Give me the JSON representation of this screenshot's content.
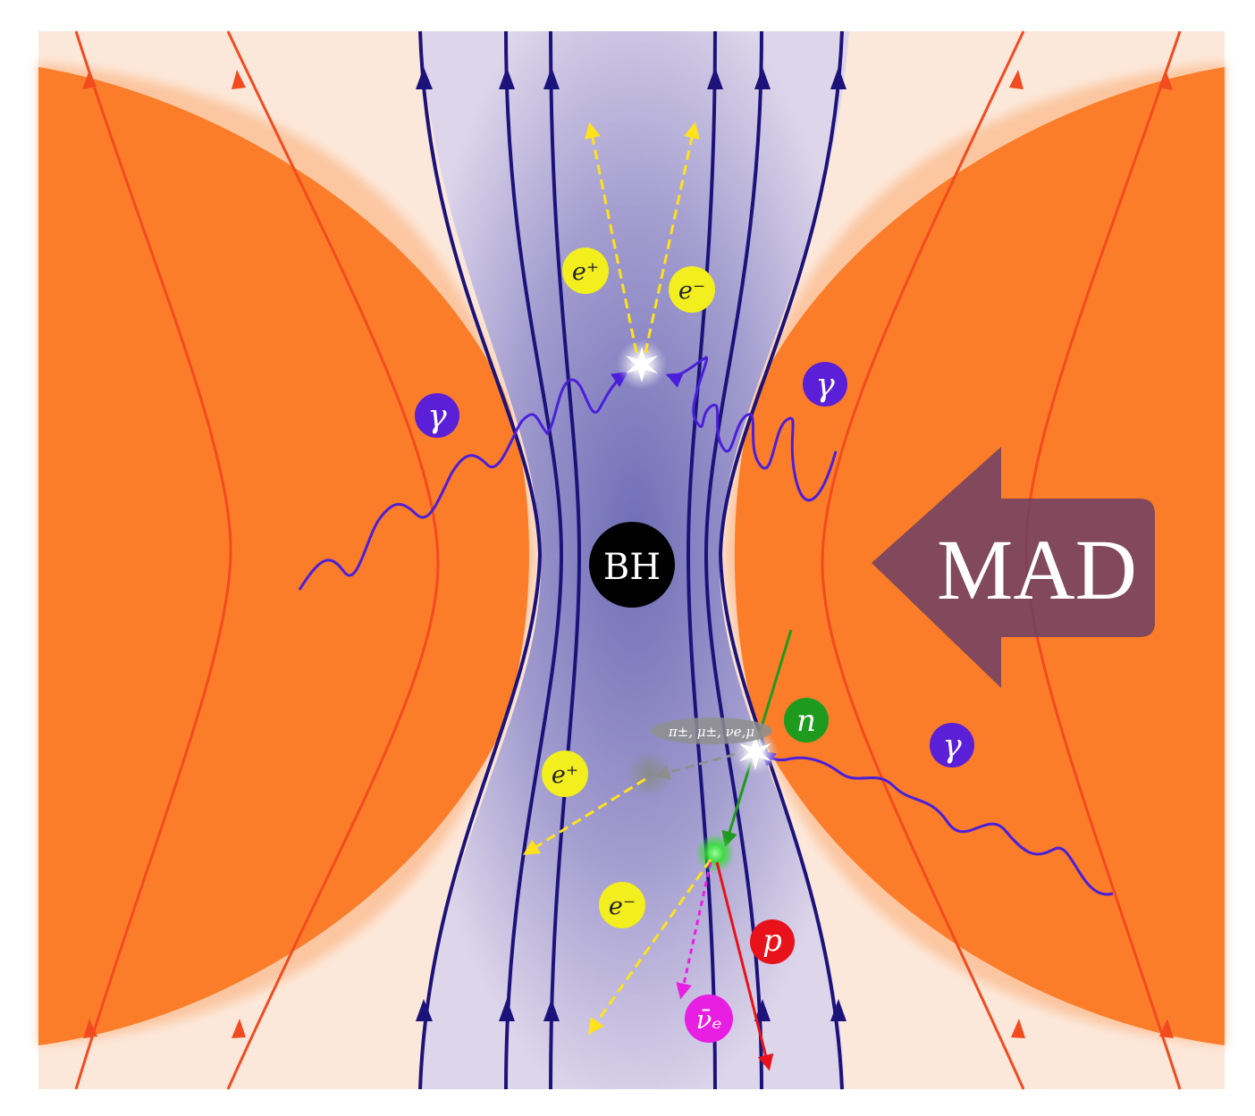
{
  "labels": {
    "black_hole": "BH",
    "mad": "MAD",
    "gamma_left": "γ",
    "gamma_top_right": "γ",
    "gamma_bottom_right": "γ",
    "positron_top": "e⁺",
    "electron_top": "e⁻",
    "positron_bottom": "e⁺",
    "electron_bottom": "e⁻",
    "neutron": "n",
    "proton": "p",
    "antineutrino": "ν̄ₑ",
    "decay_products": "π±, μ±, νe,μ"
  },
  "colors": {
    "disk": "#fb7d2a",
    "disk_field_lines": "#f24b1f",
    "jet": "#7a76bd",
    "jet_field_lines": "#1c137a",
    "photon": "#4a1fd9",
    "pair": "#ffe21a",
    "neutron": "#1e9a1e",
    "proton": "#e8121a",
    "antineutrino": "#e91ee3",
    "decay_products": "#909090",
    "mad_arrow": "#6e3f63"
  }
}
